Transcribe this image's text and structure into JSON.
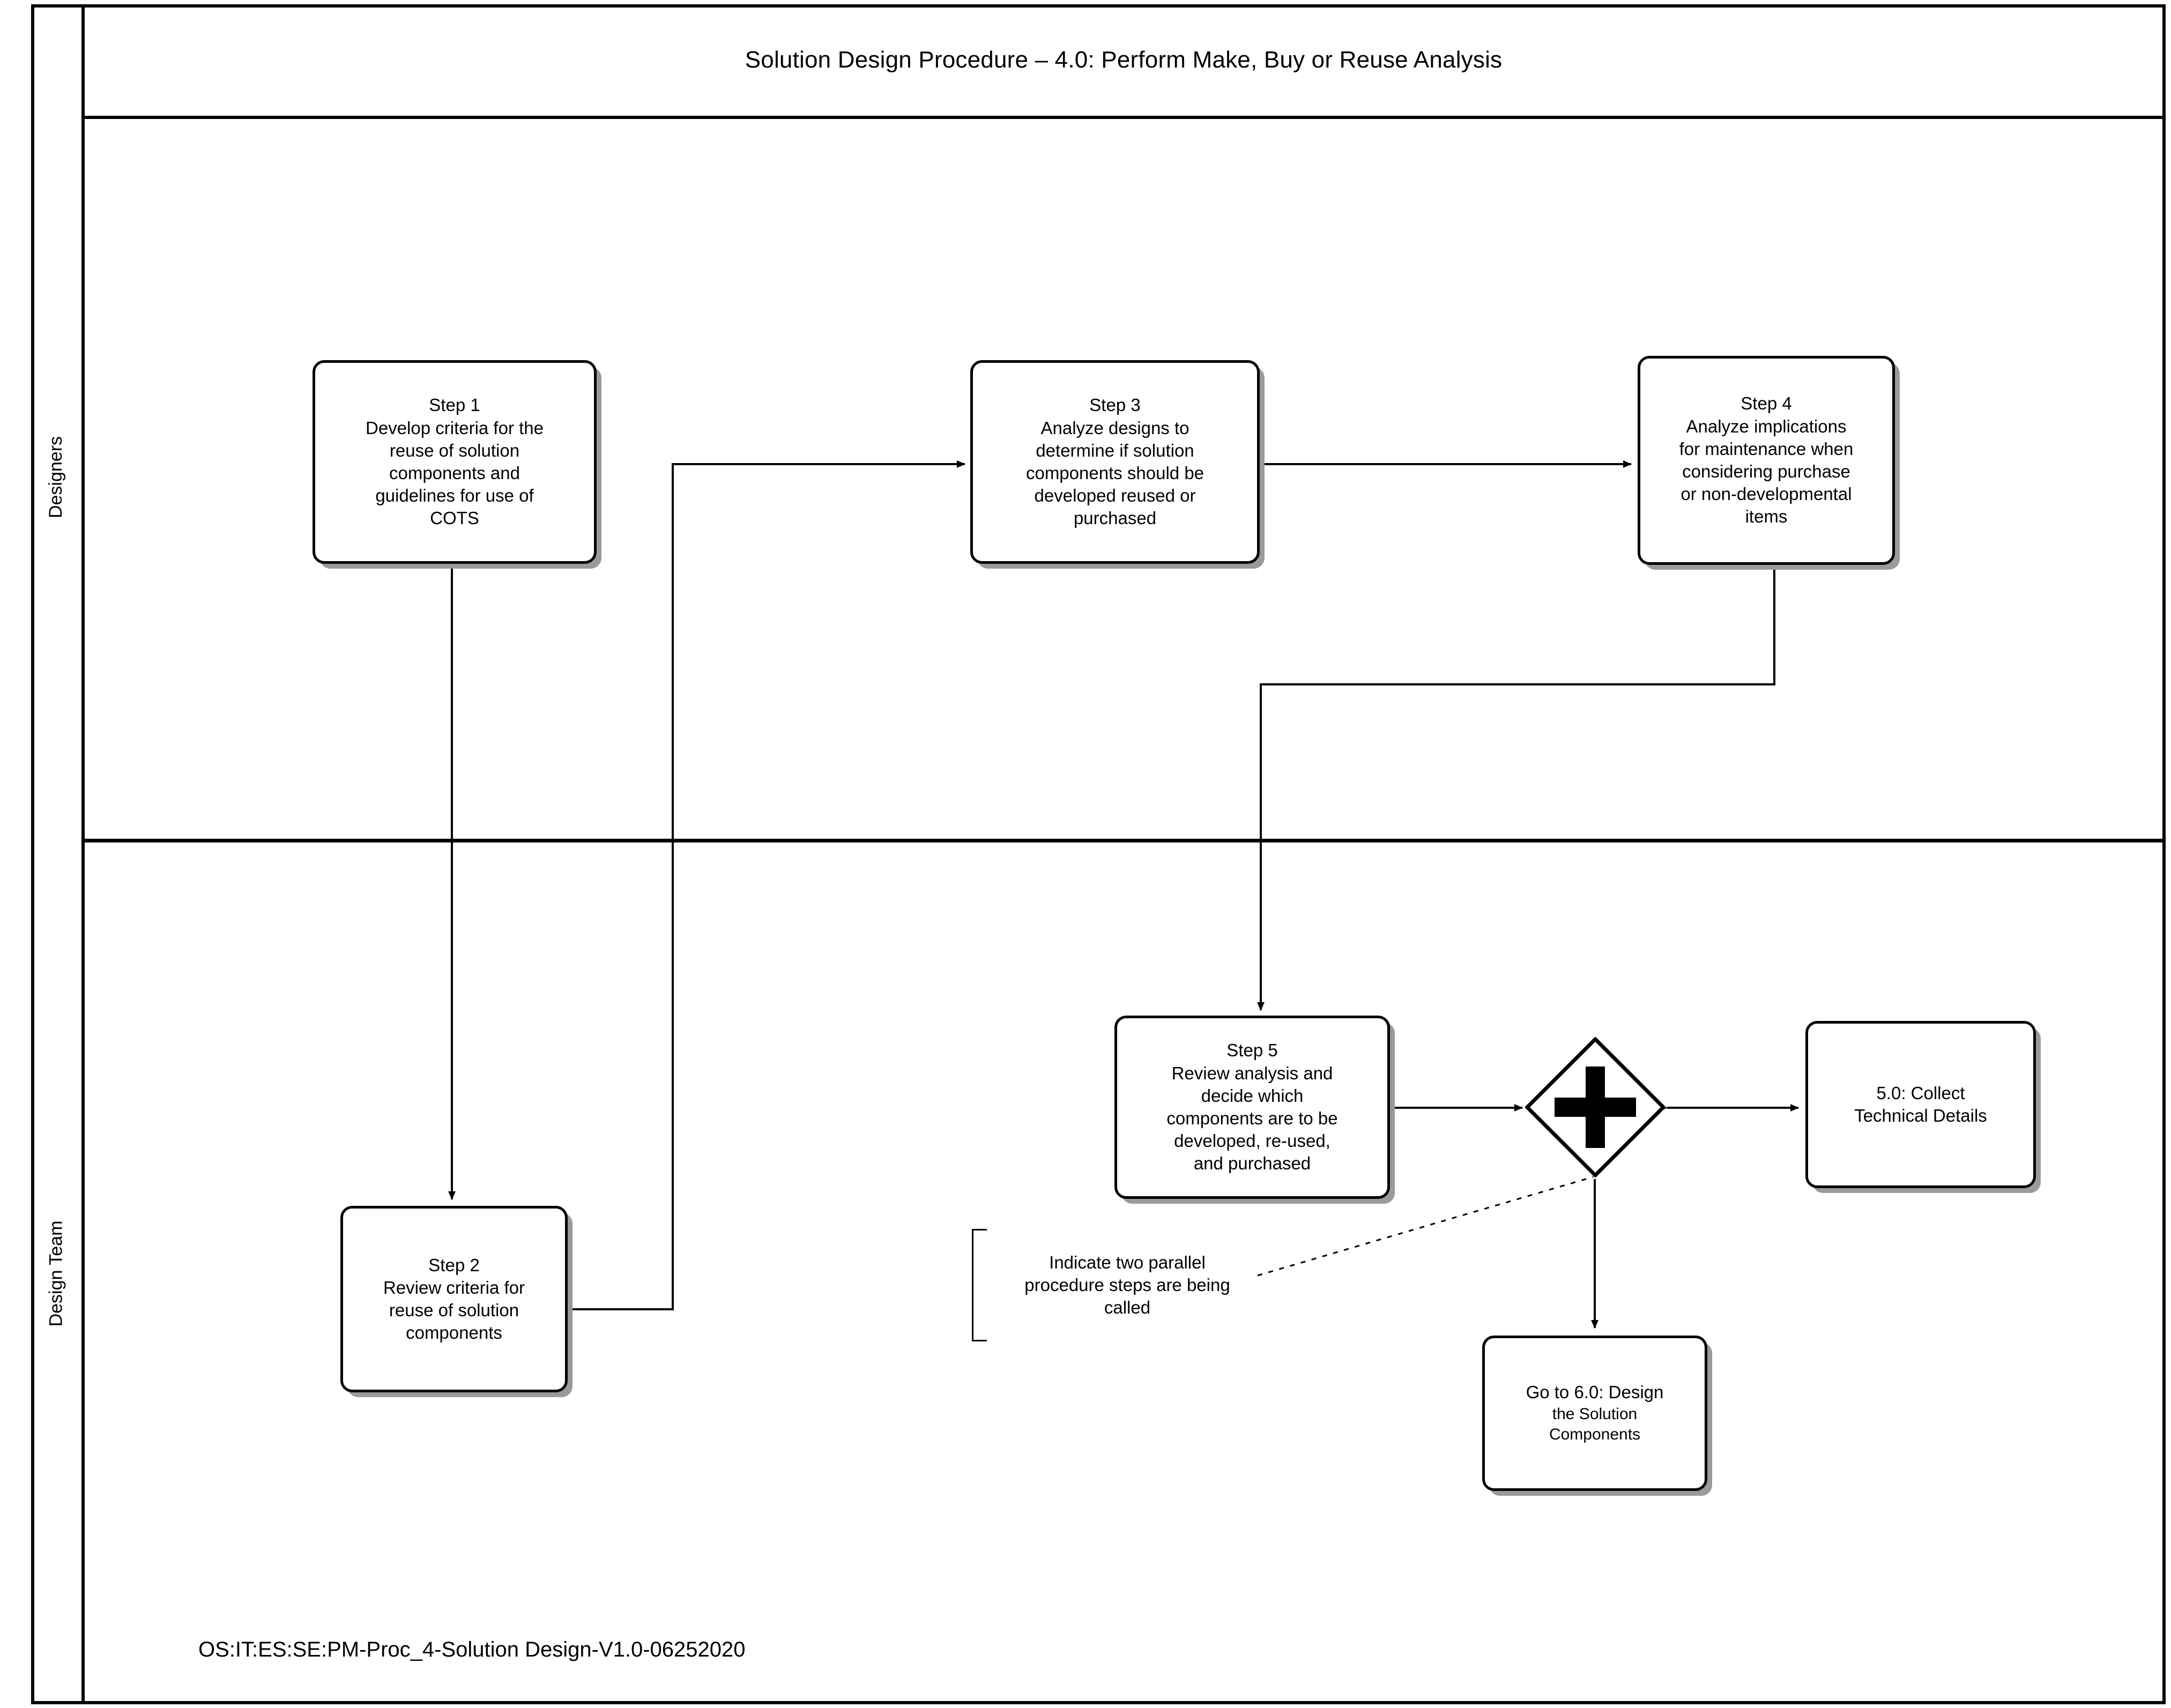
{
  "pool": {
    "title": "Solution Design Procedure – 4.0: Perform Make, Buy or Reuse Analysis",
    "lanes": [
      {
        "id": "designers",
        "label": "Designers"
      },
      {
        "id": "design-team",
        "label": "Design Team"
      }
    ]
  },
  "nodes": {
    "step1": {
      "id": "Step 1",
      "text": "Step 1\nDevelop criteria for the\nreuse of solution\ncomponents and\nguidelines for use of\nCOTS"
    },
    "step2": {
      "id": "Step 2",
      "text": "Step 2\nReview criteria for\nreuse of solution\ncomponents"
    },
    "step3": {
      "id": "Step 3",
      "text": "Step 3\nAnalyze designs to\ndetermine if solution\ncomponents should be\ndeveloped reused or\npurchased"
    },
    "step4": {
      "id": "Step 4",
      "text": "Step 4\nAnalyze implications\nfor maintenance when\nconsidering purchase\nor non-developmental\nitems"
    },
    "step5": {
      "id": "Step 5",
      "text": "Step 5\nReview analysis and\ndecide which\ncomponents are to be\ndeveloped, re-used,\nand purchased"
    },
    "collect50": {
      "text": "5.0: Collect\nTechnical Details"
    },
    "goto60": {
      "line1": "Go to 6.0: Design",
      "line2": "the Solution\nComponents"
    },
    "gateway": {
      "type": "parallel-gateway",
      "symbol": "plus"
    }
  },
  "annotation": {
    "text": "Indicate two parallel\nprocedure steps are being\ncalled"
  },
  "footer": {
    "text": "OS:IT:ES:SE:PM-Proc_4-Solution Design-V1.0-06252020"
  },
  "colors": {
    "line": "#000000",
    "shadow": "#9a9a9a",
    "background": "#ffffff"
  }
}
